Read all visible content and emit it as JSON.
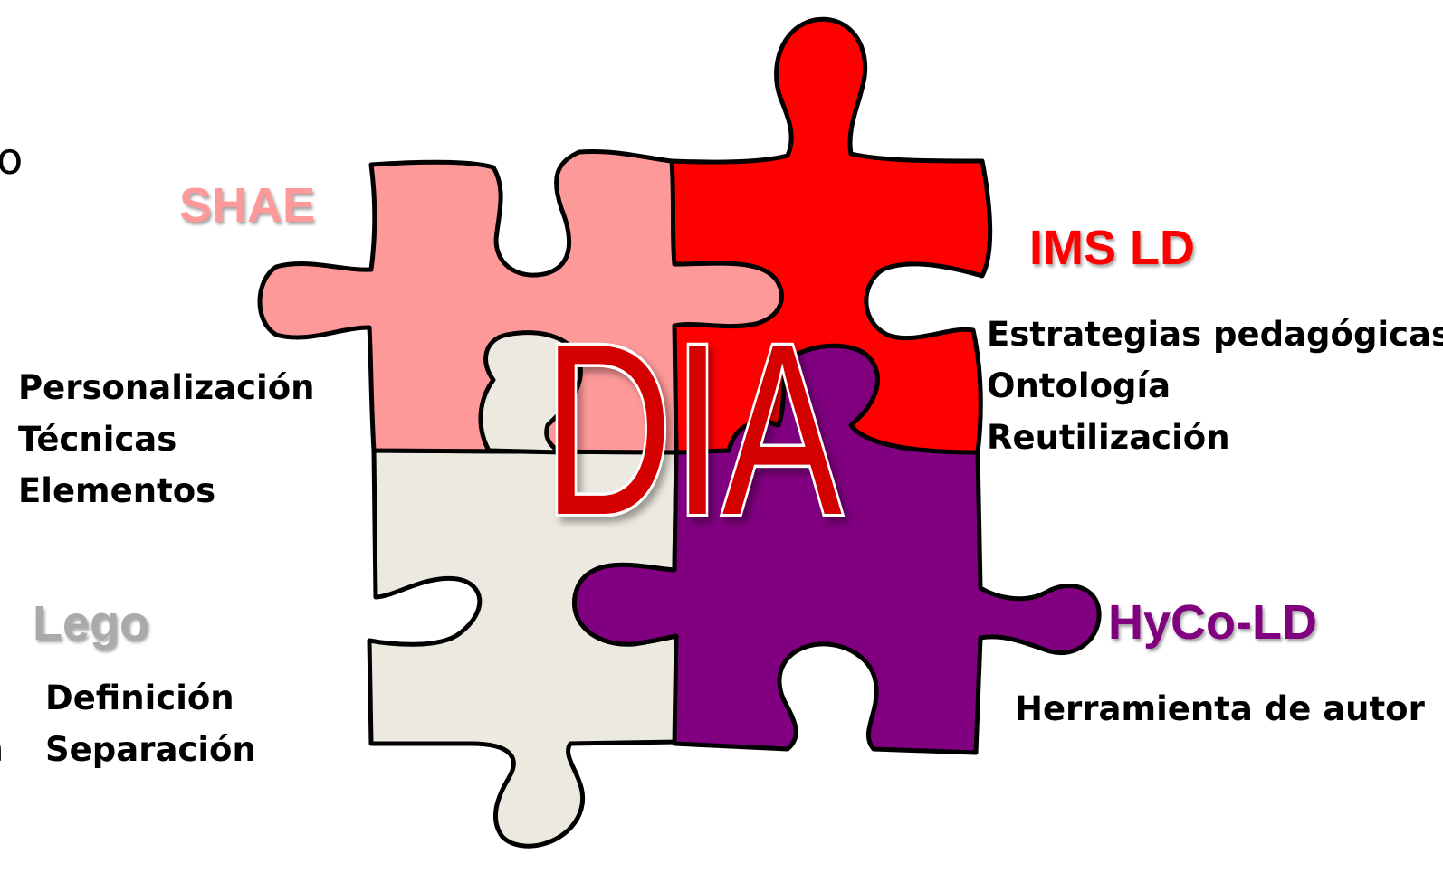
{
  "center": {
    "text": "DIA"
  },
  "pieces": [
    {
      "name": "SHAE",
      "color": "#FE9999",
      "items": [
        "Personalización",
        "Técnicas",
        "Elementos"
      ]
    },
    {
      "name": "IMS LD",
      "color": "#FF0000",
      "items": [
        "Estrategias pedagógicas",
        "Ontología",
        "Reutilización"
      ]
    },
    {
      "name": "Lego",
      "color": "#AAAAAA",
      "items": [
        "Definición",
        "Separación"
      ]
    },
    {
      "name": "HyCo-LD",
      "color": "#800080",
      "items": [
        "Herramienta de autor"
      ]
    }
  ],
  "piece_fills": {
    "shae": "#FE9999",
    "ims_ld": "#FF0000",
    "lego": "#ECEAE0",
    "hyco_ld": "#800080"
  },
  "edge_fragments": [
    "o",
    "a"
  ]
}
